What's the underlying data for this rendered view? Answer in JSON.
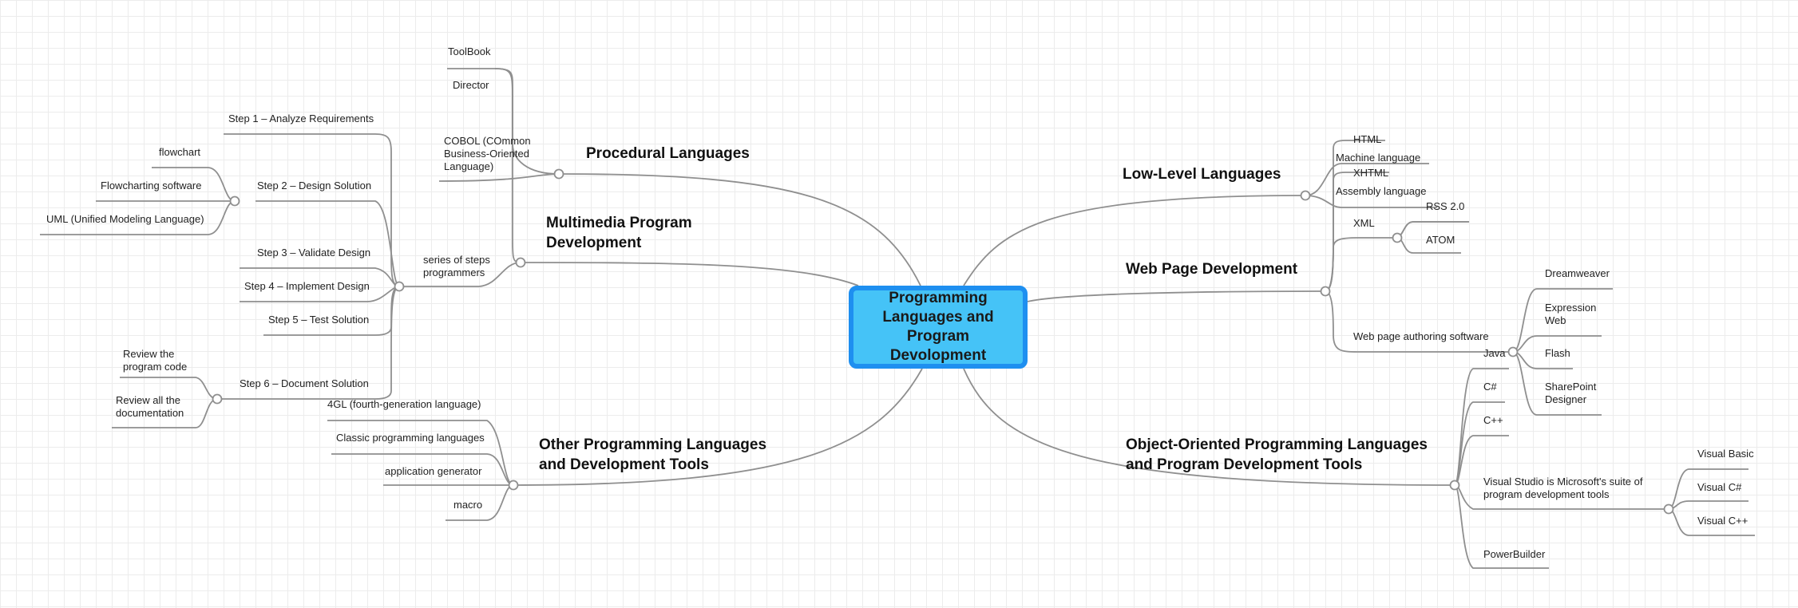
{
  "center": "Programming Languages and Program Devolopment",
  "branches": {
    "procedural": "Procedural Languages",
    "multimedia": "Multimedia Program Development",
    "other": "Other Programming Languages and Development Tools",
    "low_level": "Low‐Level Languages",
    "web": "Web Page Development",
    "oop": "Object‐Oriented Programming Languages and Program Development Tools"
  },
  "procedural_items": {
    "toolbook": "ToolBook",
    "director": "Director",
    "cobol": "COBOL (COmmon Business‐Oriented Language)"
  },
  "multimedia_items": {
    "series": "series of steps programmers"
  },
  "steps": {
    "step1": "Step 1 – Analyze Requirements",
    "step2": "Step 2 – Design Solution",
    "step3": "Step 3 – Validate Design",
    "step4": "Step 4 – Implement Design",
    "step5": "Step 5 – Test Solution",
    "step6": "Step 6 – Document Solution"
  },
  "step2_items": {
    "flowchart": "flowchart",
    "software": "Flowcharting software",
    "uml": "UML (Unified Modeling Language)"
  },
  "step6_items": {
    "review_code": "Review the program code",
    "review_docs": "Review all the documentation"
  },
  "other_items": {
    "fourgl": "4GL (fourth‐generation language)",
    "classic": "Classic programming languages",
    "appgen": "application generator",
    "macro": "macro"
  },
  "low_items": {
    "machine": "Machine language",
    "assembly": "Assembly language"
  },
  "web_items": {
    "html": "HTML",
    "xhtml": "XHTML",
    "xml": "XML",
    "rss": "RSS 2.0",
    "atom": "ATOM",
    "authoring": "Web page authoring software"
  },
  "authoring_items": {
    "dreamweaver": "Dreamweaver",
    "expression": "Expression Web",
    "flash": "Flash",
    "sharepoint": "SharePoint Designer"
  },
  "oop_items": {
    "java": "Java",
    "csharp": "C#",
    "cpp": "C++",
    "vs": "Visual Studio is Microsoft's suite of program development tools",
    "powerbuilder": "PowerBuilder"
  },
  "vs_items": {
    "vb": "Visual Basic",
    "vcs": "Visual C#",
    "vcpp": "Visual C++"
  },
  "colors": {
    "line": "#8f8f8f",
    "center_fill": "#45c3f7",
    "center_border": "#1e8ff0"
  }
}
